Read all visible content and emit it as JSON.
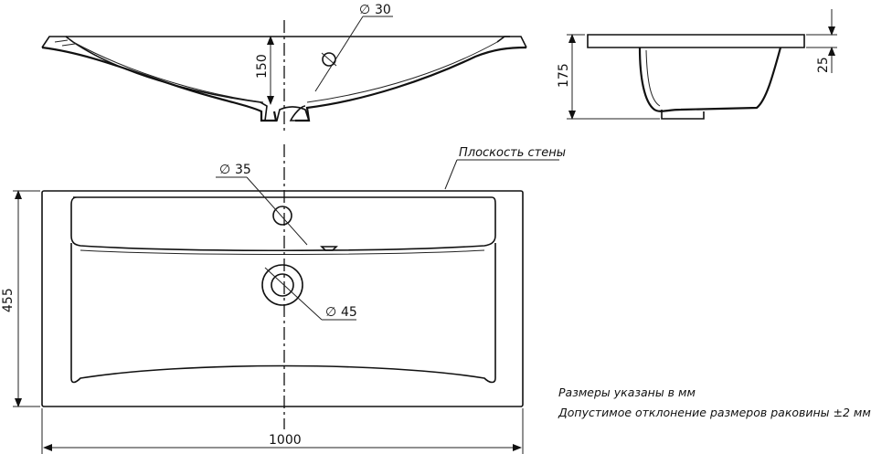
{
  "labels": {
    "dia_30": "30",
    "depth_150": "150",
    "height_175": "175",
    "rim_25": "25",
    "wall_plane": "Плоскость стены",
    "dia_35": "35",
    "dia_45": "45",
    "depth_455": "455",
    "width_1000": "1000",
    "diameter_symbol": "∅"
  },
  "notes": {
    "line1": "Размеры указаны в мм",
    "line2": "Допустимое отклонение размеров раковины ±2 мм"
  }
}
